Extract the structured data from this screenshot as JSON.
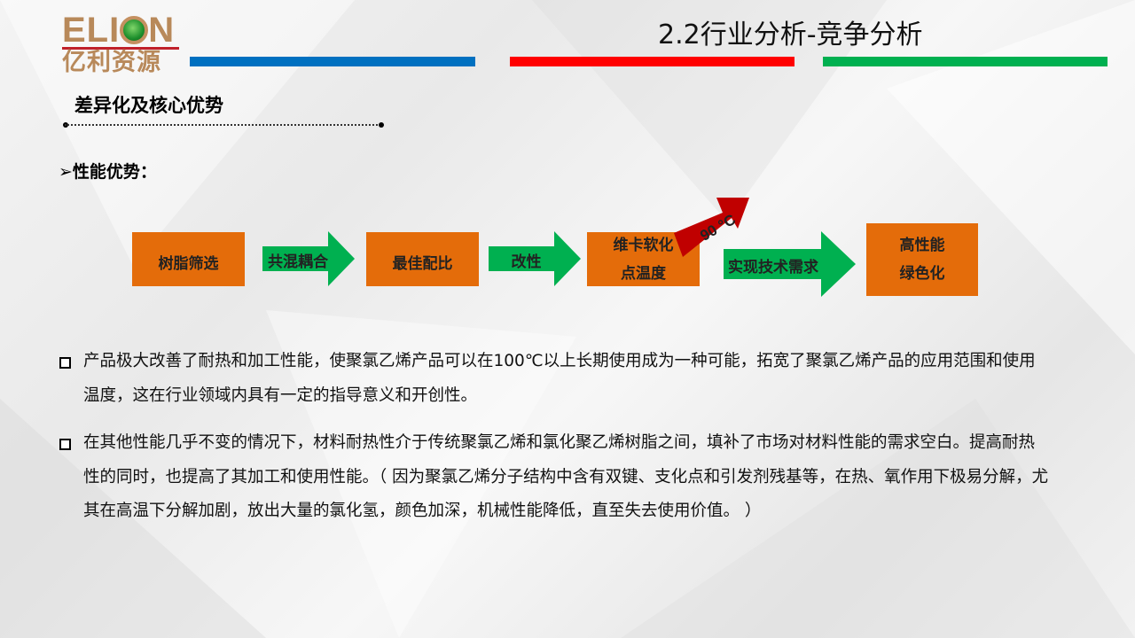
{
  "logo": {
    "en_prefix": "ELI",
    "en_suffix": "N",
    "cn": "亿利资源"
  },
  "header": {
    "title": "2.2行业分析-竞争分析",
    "colors": {
      "blue": "#0070c0",
      "red": "#ff0000",
      "green": "#00b050"
    }
  },
  "section": {
    "subtitle": "差异化及核心优势",
    "heading": "➢性能优势："
  },
  "flow": {
    "steps": [
      "树脂筛选",
      "最佳配比",
      "维卡软化点温度",
      "高性能绿色化"
    ],
    "step3_lines": [
      "维卡软化",
      "点温度"
    ],
    "step4_lines": [
      "高性能",
      "绿色化"
    ],
    "arrows": [
      "共混耦合",
      "改性",
      "实现技术需求"
    ],
    "temp_label": "90 °C",
    "colors": {
      "box": "#e46c0a",
      "arrow": "#00b050",
      "temp": "#c00000"
    }
  },
  "bullets": [
    "产品极大改善了耐热和加工性能，使聚氯乙烯产品可以在100℃以上长期使用成为一种可能，拓宽了聚氯乙烯产品的应用范围和使用温度，这在行业领域内具有一定的指导意义和开创性。",
    "在其他性能几乎不变的情况下，材料耐热性介于传统聚氯乙烯和氯化聚乙烯树脂之间，填补了市场对材料性能的需求空白。提高耐热性的同时，也提高了其加工和使用性能。（ 因为聚氯乙烯分子结构中含有双键、支化点和引发剂残基等，在热、氧作用下极易分解，尤其在高温下分解加剧，放出大量的氯化氢，颜色加深，机械性能降低，直至失去使用价值。 ）"
  ]
}
